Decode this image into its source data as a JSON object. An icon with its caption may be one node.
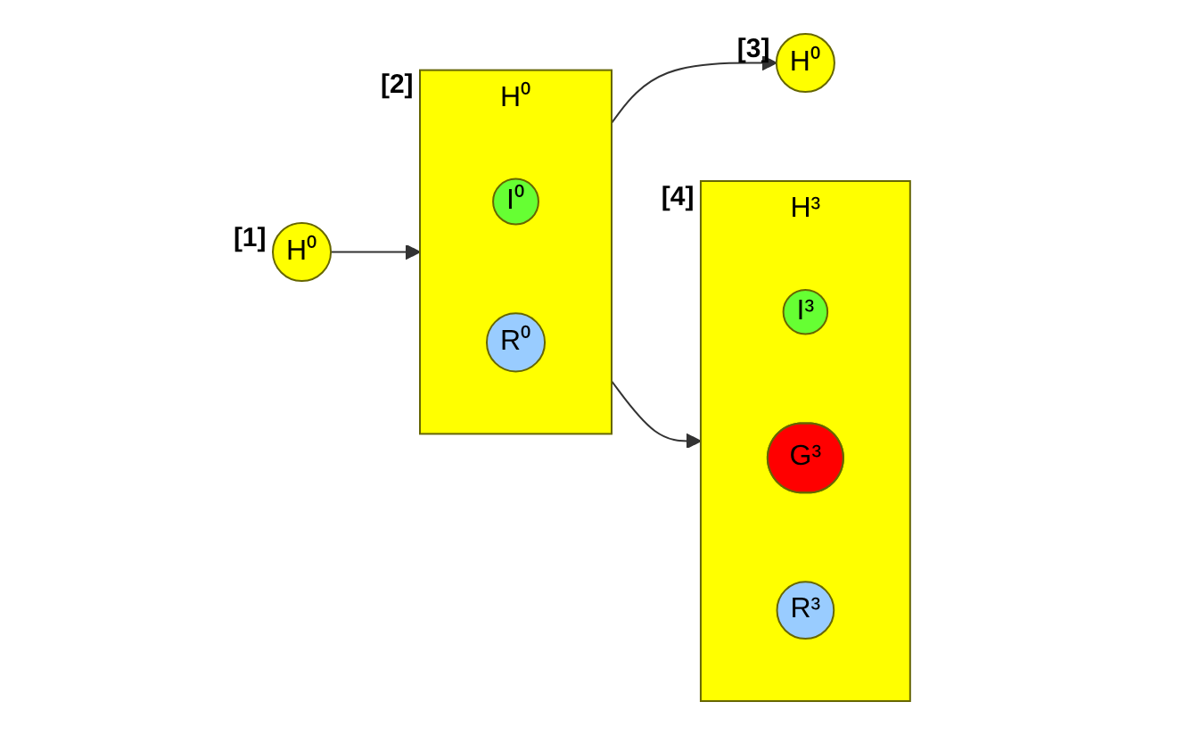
{
  "diagram": {
    "nodes": [
      {
        "text": [
          "H⁰"
        ],
        "beside": [
          "[1]"
        ]
      },
      {
        "text": [
          "H⁰"
        ],
        "beside": [
          "[2]"
        ]
      },
      {
        "text": [
          "I⁰"
        ],
        "in": 1
      },
      {
        "text": [
          "R⁰"
        ],
        "in": 1
      },
      {
        "text": [
          "H⁰"
        ],
        "beside": [
          "[3]"
        ]
      },
      {
        "text": [
          "H³"
        ],
        "beside": [
          "[4]"
        ]
      },
      {
        "text": [
          "I³"
        ],
        "in": 5
      },
      {
        "text": [
          "G³"
        ],
        "in": 5
      },
      {
        "text": [
          "R³"
        ],
        "in": 5
      }
    ],
    "edges": [
      {
        "from": 0,
        "to": 1,
        "arrow": "to"
      },
      {
        "from": 1,
        "to": 4,
        "arrow": "to"
      },
      {
        "from": 1,
        "to": 5,
        "arrow": "to"
      }
    ]
  }
}
